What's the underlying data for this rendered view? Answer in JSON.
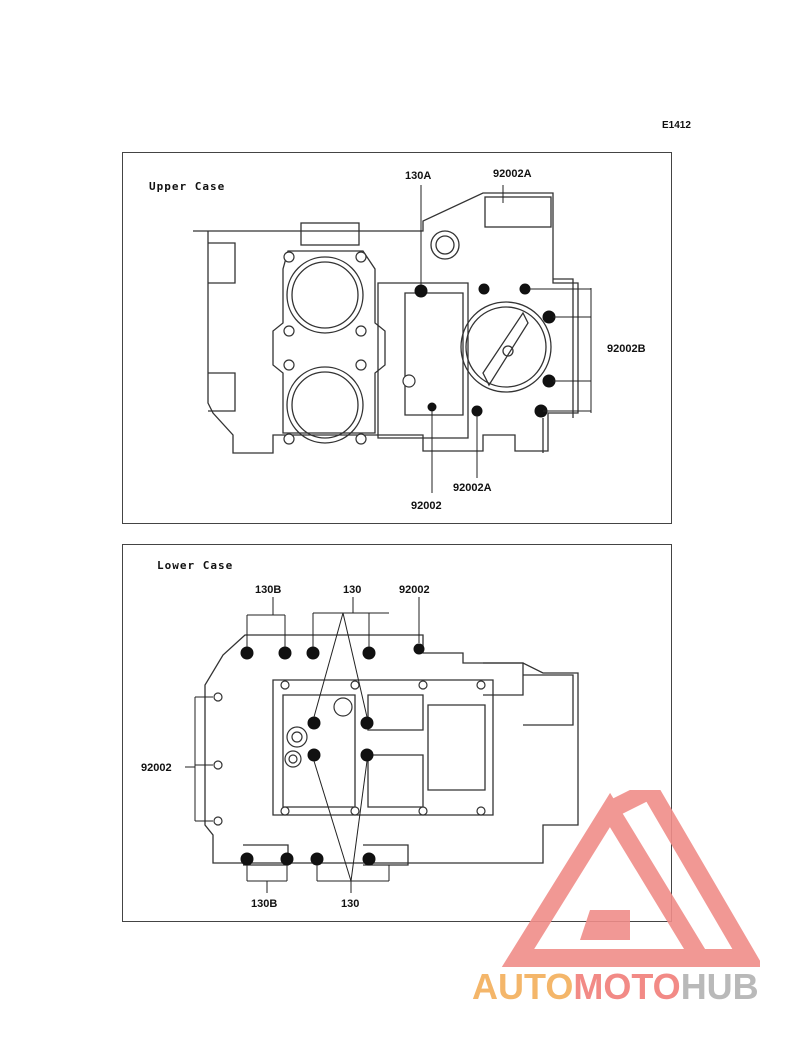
{
  "diagram_code": "E1412",
  "upper_case": {
    "title": "Upper Case",
    "labels": {
      "top_left": "130A",
      "top_right": "92002A",
      "right": "92002B",
      "bottom_center": "92002",
      "bottom_right": "92002A"
    }
  },
  "lower_case": {
    "title": "Lower Case",
    "labels": {
      "top_left": "130B",
      "top_center": "130",
      "top_right": "92002",
      "left": "92002",
      "bottom_left": "130B",
      "bottom_center": "130"
    }
  },
  "watermark": {
    "part1": "AUTO",
    "part2": "MOTO",
    "part3": "HUB",
    "colors": {
      "auto": "#f4b66a",
      "moto": "#f28a86",
      "hub": "#b9b9b9",
      "logo": "#f08d89"
    }
  }
}
